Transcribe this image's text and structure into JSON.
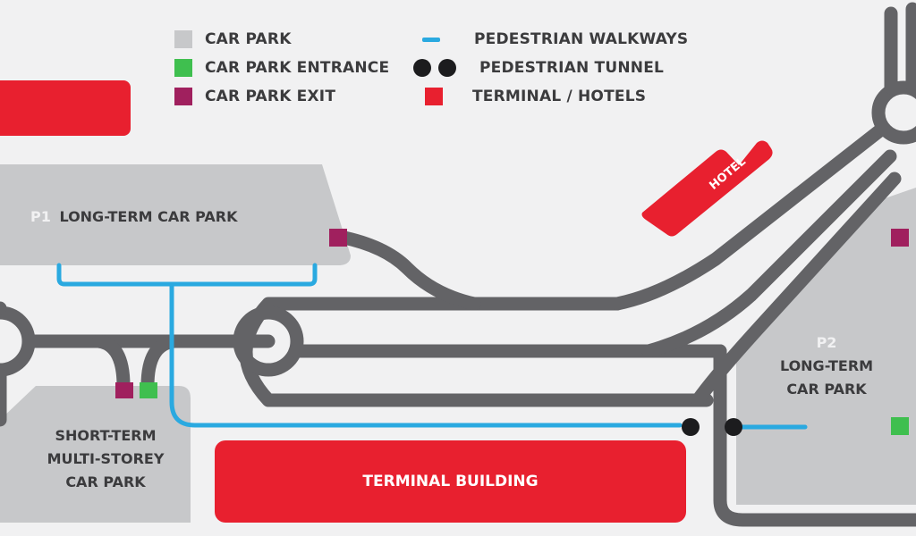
{
  "legend": {
    "items": [
      {
        "id": "car-park",
        "label": "CAR PARK",
        "type": "swatch",
        "color": "#c7c8ca"
      },
      {
        "id": "car-park-entrance",
        "label": "CAR PARK ENTRANCE",
        "type": "swatch",
        "color": "#3fbf4f"
      },
      {
        "id": "car-park-exit",
        "label": "CAR PARK EXIT",
        "type": "swatch",
        "color": "#a0205e"
      },
      {
        "id": "pedestrian-walkways",
        "label": "PEDESTRIAN WALKWAYS",
        "type": "line",
        "color": "#2aa9e0"
      },
      {
        "id": "pedestrian-tunnel",
        "label": "PEDESTRIAN TUNNEL",
        "type": "dots",
        "color": "#1c1c1e"
      },
      {
        "id": "terminal-hotels",
        "label": "TERMINAL / HOTELS",
        "type": "swatch",
        "color": "#e8202f"
      }
    ]
  },
  "places": {
    "p1": {
      "code": "P1",
      "name": "LONG-TERM CAR PARK"
    },
    "p2": {
      "code": "P2",
      "line1": "LONG-TERM",
      "line2": "CAR PARK"
    },
    "short_term": {
      "line1": "SHORT-TERM",
      "line2": "MULTI-STOREY",
      "line3": "CAR PARK"
    },
    "terminal": {
      "name": "TERMINAL BUILDING"
    },
    "hotel": {
      "name": "HOTEL"
    }
  },
  "colors": {
    "background": "#f1f1f2",
    "road": "#636366",
    "car_park": "#c7c8ca",
    "terminal": "#e8202f",
    "walkway": "#2aa9e0",
    "entrance": "#3fbf4f",
    "exit": "#a0205e",
    "tunnel": "#1c1c1e"
  }
}
